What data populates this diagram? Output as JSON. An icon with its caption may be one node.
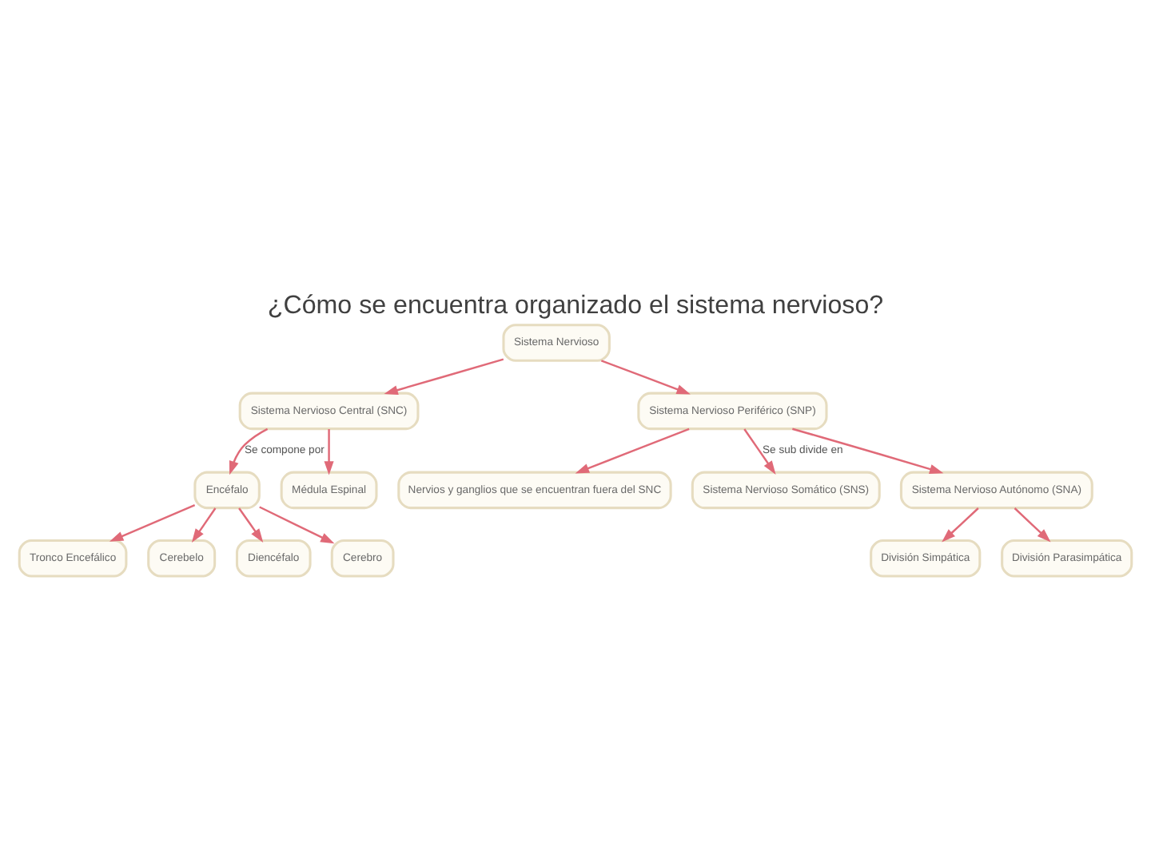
{
  "diagram": {
    "title": "¿Cómo se encuentra organizado el sistema nervioso?",
    "nodes": [
      {
        "text": [
          "Sistema Nervioso"
        ]
      },
      {
        "text": [
          "Sistema Nervioso Central (SNC)"
        ]
      },
      {
        "text": [
          "Sistema Nervioso Periférico (SNP)"
        ]
      },
      {
        "text": [
          "Encéfalo"
        ]
      },
      {
        "text": [
          "Médula Espinal"
        ]
      },
      {
        "text": [
          "Nervios y ganglios que se encuentran fuera del SNC"
        ]
      },
      {
        "text": [
          "Tronco Encefálico"
        ]
      },
      {
        "text": [
          "Cerebelo"
        ]
      },
      {
        "text": [
          "Diencéfalo"
        ]
      },
      {
        "text": [
          "Cerebro"
        ]
      },
      {
        "text": [
          "Sistema Nervioso Somático (SNS)"
        ]
      },
      {
        "text": [
          "Sistema Nervioso Autónomo (SNA)"
        ]
      },
      {
        "text": [
          "División Simpática"
        ]
      },
      {
        "text": [
          "División Parasimpática"
        ]
      }
    ],
    "edges": [
      {
        "from": 0,
        "to": 1,
        "arrow": "to"
      },
      {
        "from": 0,
        "to": 2,
        "arrow": "to"
      },
      {
        "from": 1,
        "to": 3,
        "arrow": "to",
        "label": "Se compone por"
      },
      {
        "from": 1,
        "to": 4,
        "arrow": "to"
      },
      {
        "from": 2,
        "to": 5,
        "arrow": "to"
      },
      {
        "from": 3,
        "to": 6,
        "arrow": "to"
      },
      {
        "from": 3,
        "to": 7,
        "arrow": "to"
      },
      {
        "from": 3,
        "to": 8,
        "arrow": "to"
      },
      {
        "from": 3,
        "to": 9,
        "arrow": "to"
      },
      {
        "from": 2,
        "to": 10,
        "arrow": "to",
        "label": "Se sub divide en"
      },
      {
        "from": 2,
        "to": 11,
        "arrow": "to"
      },
      {
        "from": 11,
        "to": 12,
        "arrow": "to"
      },
      {
        "from": 11,
        "to": 13,
        "arrow": "to"
      }
    ]
  }
}
